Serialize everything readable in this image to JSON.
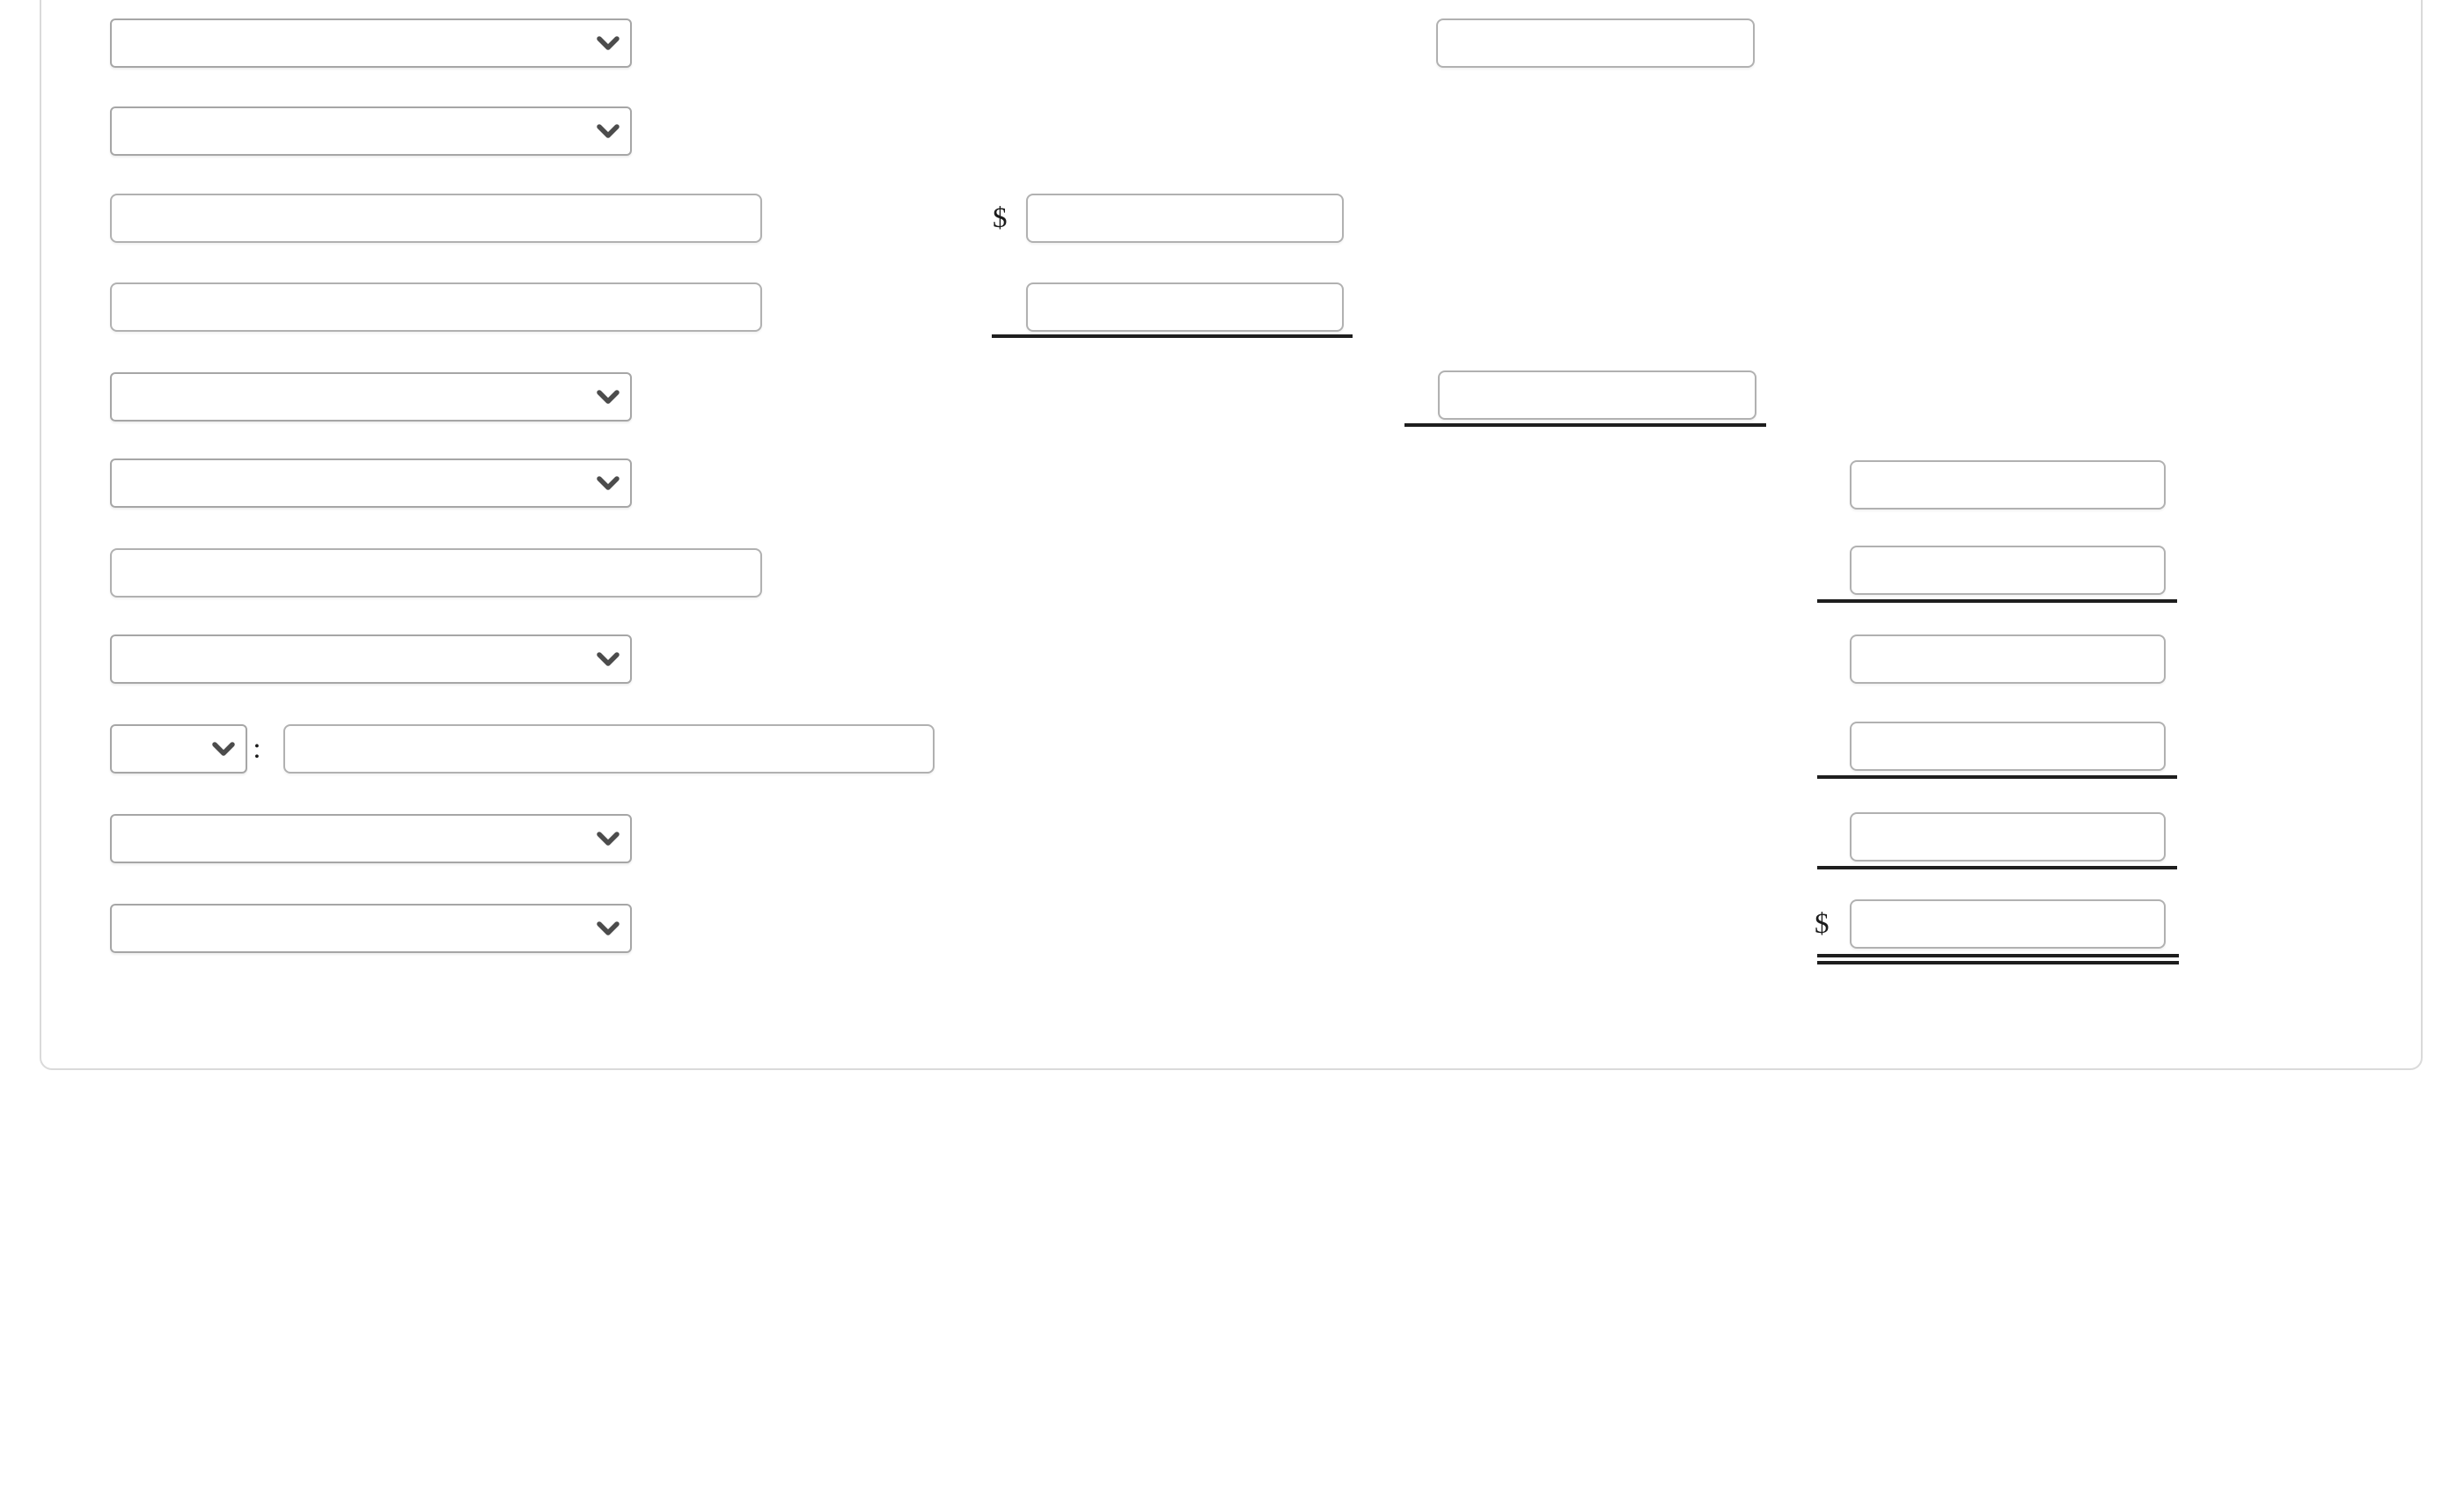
{
  "symbols": {
    "dollar": "$",
    "colon": ":"
  },
  "left_column": {
    "rows": [
      {
        "row": 1,
        "control": "select",
        "value": ""
      },
      {
        "row": 2,
        "control": "select",
        "value": ""
      },
      {
        "row": 3,
        "control": "text-input",
        "value": ""
      },
      {
        "row": 4,
        "control": "text-input",
        "value": ""
      },
      {
        "row": 5,
        "control": "select",
        "value": ""
      },
      {
        "row": 6,
        "control": "select",
        "value": ""
      },
      {
        "row": 7,
        "control": "text-input",
        "value": ""
      },
      {
        "row": 8,
        "control": "select",
        "value": ""
      },
      {
        "row": 9,
        "control": "select-colon-input",
        "select_value": "",
        "separator": ":",
        "input_value": ""
      },
      {
        "row": 10,
        "control": "select",
        "value": ""
      },
      {
        "row": 11,
        "control": "select",
        "value": ""
      }
    ]
  },
  "middle_column": {
    "prefix": "$",
    "inputs": [
      {
        "value": ""
      },
      {
        "value": ""
      }
    ],
    "subtotal_rule_below_last": true
  },
  "right_column": {
    "inputs": [
      {
        "value": ""
      },
      {
        "value": ""
      }
    ],
    "subtotal_rule_below_last": true
  },
  "far_right_column": {
    "total_prefix": "$",
    "inputs": [
      {
        "value": "",
        "rule_below": false
      },
      {
        "value": "",
        "rule_below": true
      },
      {
        "value": "",
        "rule_below": false
      },
      {
        "value": "",
        "rule_below": true
      },
      {
        "value": "",
        "rule_below": true
      },
      {
        "value": "",
        "rule_below": false
      }
    ],
    "double_rule_below_last": true
  },
  "icons": {
    "select_arrow": "chevron-down"
  },
  "colors": {
    "page_background": "#ffffff",
    "card_border": "#dadada",
    "select_border": "#a6a6a6",
    "input_border": "#b1b1b1",
    "chevron": "#4c4c4c",
    "rule": "#1e1e1e",
    "symbol_text": "#1b1b1b"
  }
}
